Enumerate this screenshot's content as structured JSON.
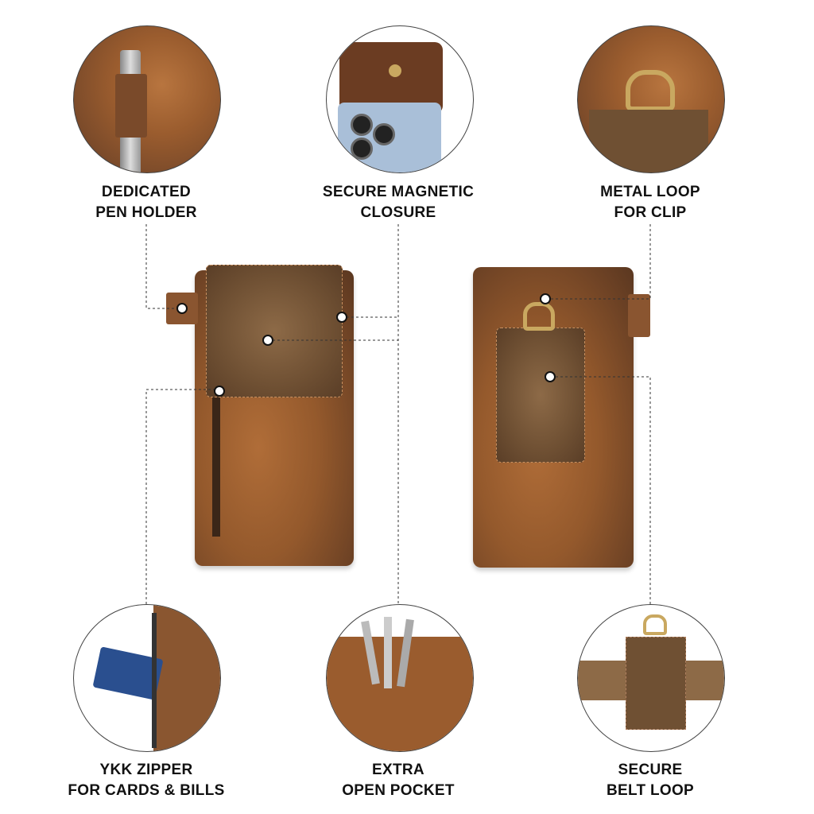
{
  "features": {
    "pen_holder": {
      "line1": "DEDICATED",
      "line2": "PEN HOLDER"
    },
    "magnetic_closure": {
      "line1": "SECURE MAGNETIC",
      "line2": "CLOSURE"
    },
    "metal_loop": {
      "line1": "METAL LOOP",
      "line2": "FOR CLIP"
    },
    "ykk_zipper": {
      "line1": "YKK ZIPPER",
      "line2": "FOR CARDS & BILLS"
    },
    "open_pocket": {
      "line1": "EXTRA",
      "line2": "OPEN POCKET"
    },
    "belt_loop": {
      "line1": "SECURE",
      "line2": "BELT LOOP"
    }
  },
  "colors": {
    "leather": "#9a5c2e",
    "line": "#333333",
    "background": "#ffffff"
  }
}
